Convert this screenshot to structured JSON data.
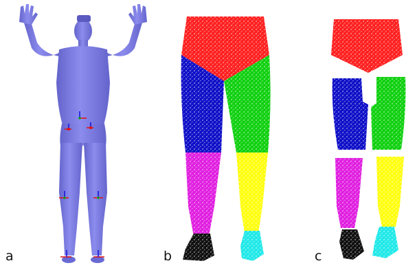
{
  "figure": {
    "panels": [
      {
        "id": "a",
        "label": "a",
        "content": "human-body-mesh-with-joint-markers"
      },
      {
        "id": "b",
        "label": "b",
        "content": "segmented-leg-point-cloud"
      },
      {
        "id": "c",
        "label": "c",
        "content": "separated-leg-segments-point-cloud"
      }
    ],
    "colors": {
      "body": "#8080e6",
      "body_shade": "#6a6ad4",
      "pelvis": "#ff2020",
      "left_thigh": "#1010c8",
      "right_thigh": "#10d010",
      "left_shin": "#e020e0",
      "right_shin": "#ffff10",
      "left_foot": "#101010",
      "right_foot": "#20e8e8",
      "marker_red": "#e01010",
      "marker_green": "#10a010",
      "marker_blue": "#1010e0"
    }
  }
}
